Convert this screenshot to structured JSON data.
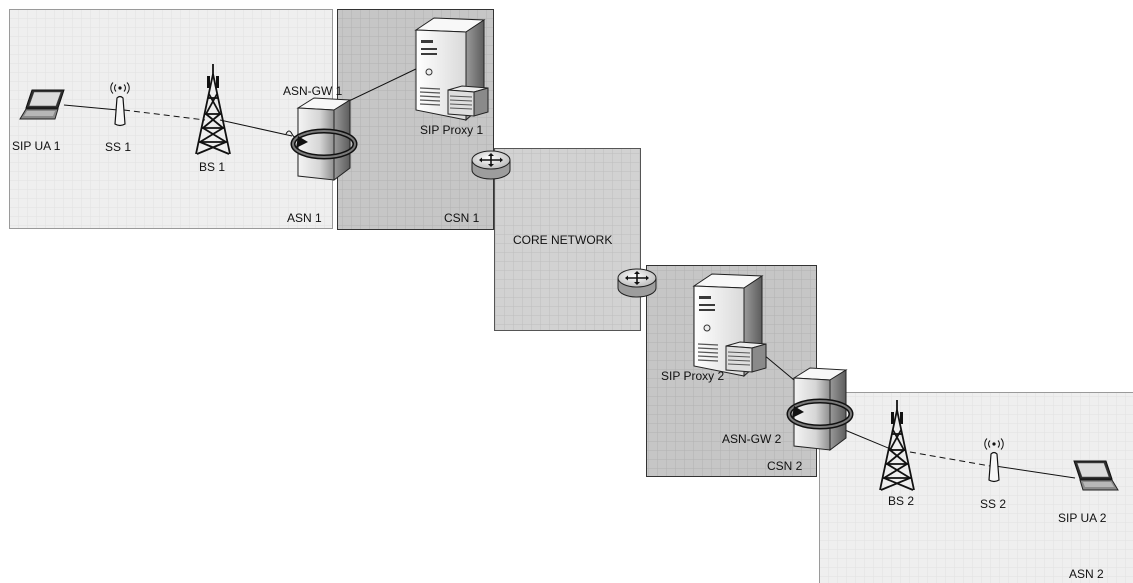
{
  "colors": {
    "asn_fill": "#eeeeee",
    "csn_fill": "#c6c6c6",
    "core_fill": "#d0d0d0",
    "border": "#555555",
    "link": "#111111",
    "grid": "#e2e2e2"
  },
  "regions": {
    "asn1": "ASN 1",
    "csn1": "CSN 1",
    "core": "CORE NETWORK",
    "csn2": "CSN 2",
    "asn2": "ASN 2"
  },
  "nodes": {
    "sip_ua_1": "SIP UA 1",
    "ss_1": "SS 1",
    "bs_1": "BS 1",
    "asn_gw_1": "ASN-GW 1",
    "sip_proxy_1": "SIP Proxy 1",
    "sip_proxy_2": "SIP Proxy 2",
    "asn_gw_2": "ASN-GW 2",
    "bs_2": "BS 2",
    "ss_2": "SS 2",
    "sip_ua_2": "SIP UA 2"
  },
  "icons": {
    "laptop": "laptop-icon",
    "antenna": "subscriber-station-icon",
    "tower": "base-station-tower-icon",
    "gateway": "gateway-server-icon",
    "server": "server-icon",
    "router": "router-icon"
  }
}
